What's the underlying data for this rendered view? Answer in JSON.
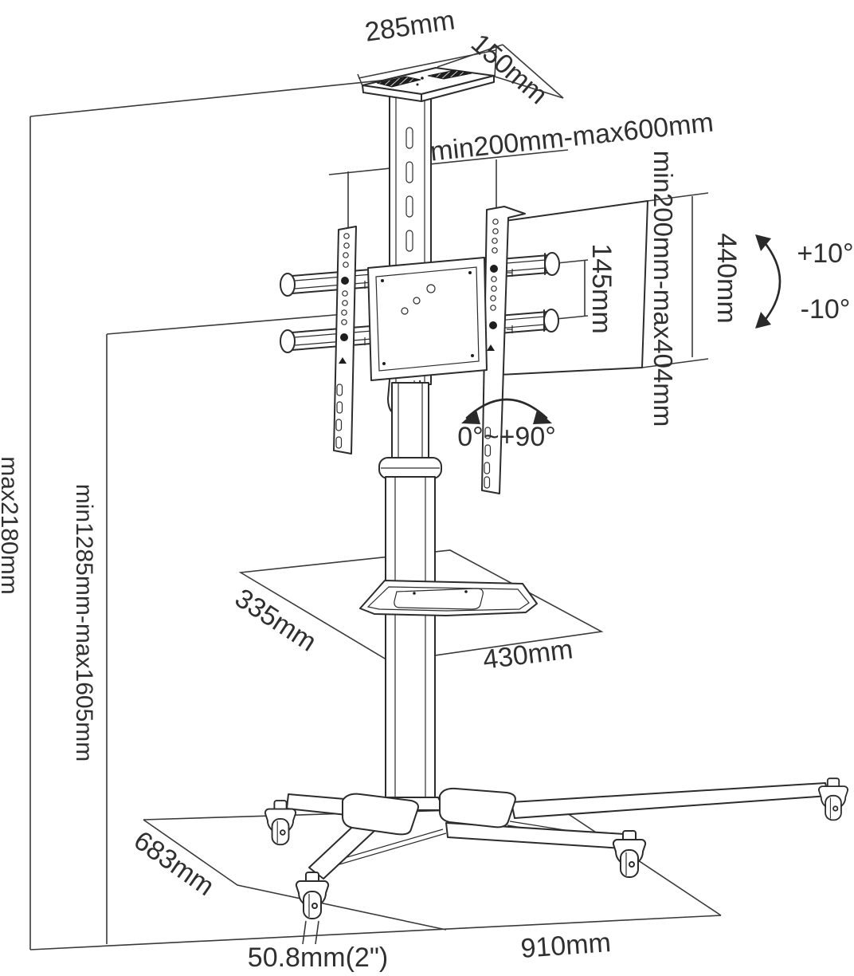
{
  "diagram_type": "tv-mobile-cart-dimension-drawing",
  "labels": {
    "shelf_top_width": "285mm",
    "shelf_top_depth": "150mm",
    "mount_width_range": "min200mm-max600mm",
    "mount_height_range": "min200mm-max404mm",
    "bracket_height": "440mm",
    "rail_spacing": "145mm",
    "tilt_up": "+10°",
    "tilt_down": "-10°",
    "swivel_range": "0°~+90°",
    "tray_depth": "335mm",
    "tray_width": "430mm",
    "base_depth": "683mm",
    "base_width": "910mm",
    "caster_diameter": "50.8mm(2\")",
    "max_height": "max2180mm",
    "screen_height_range": "min1285mm-max1605mm"
  },
  "colors": {
    "line": "#2c2c2c",
    "dimension_line": "#3a3a3a",
    "text": "#303030",
    "dark_fill": "#1e1e1e",
    "background": "#ffffff"
  }
}
